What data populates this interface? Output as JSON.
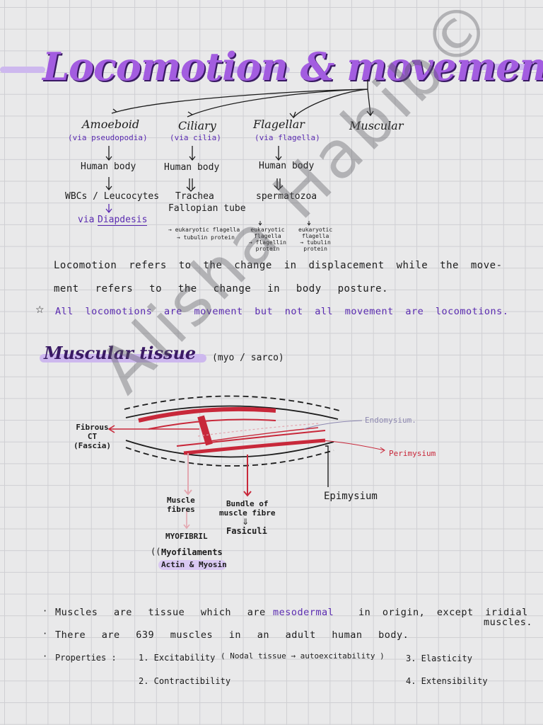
{
  "title": "Locomotion & movement",
  "types": [
    {
      "name": "Amoeboid",
      "via": "(via pseudopodia)",
      "place": "Human body",
      "example": "WBCs / Leucocytes",
      "extra": "via",
      "extra2": "Diapdesis"
    },
    {
      "name": "Ciliary",
      "via": "(via cilia)",
      "place": "Human body",
      "example": "Trachea",
      "example2": "Fallopian tube",
      "note1": "→ eukaryotic flagella",
      "note2": "→ tubulin protein"
    },
    {
      "name": "Flagellar",
      "via": "(via flagella)",
      "place": "Human body",
      "example": "spermatozoa",
      "col1": [
        "eukaryotic",
        "flagella",
        "→ flagellin",
        "protein"
      ],
      "col2": [
        "eukaryotic",
        "flagella",
        "→ tubulin",
        "protein"
      ]
    },
    {
      "name": "Muscular"
    }
  ],
  "definition_line1": "Locomotion refers to the change in displacement while the move-",
  "definition_line2": "ment refers to the change in body posture.",
  "star_note": "All locomotions are movement but not all movement are locomotions.",
  "star_symbol": "☆",
  "muscular_heading": "Muscular tissue",
  "muscular_sub": "(myo / sarco)",
  "diagram": {
    "fibrous": [
      "Fibrous",
      "CT",
      "(Fascia)"
    ],
    "endomysium": "Endomysium.",
    "perimysium": "Perimysium",
    "epimysium": "Epimysium",
    "muscle_fibres": [
      "Muscle",
      "fibres"
    ],
    "bundle": [
      "Bundle of",
      "muscle fibre"
    ],
    "double_arrow": "⇓",
    "fasiculi": "Fasiculi",
    "myofibril": "MYOFIBRIL",
    "myofilaments_mark": "((",
    "myofilaments": "Myofilaments",
    "actin_myosin": "Actin & Myosin"
  },
  "facts": {
    "line1_a": "Muscles are tissue which are",
    "line1_b": "mesodermal",
    "line1_c": "in origin, except iridial",
    "line1_d": "muscles.",
    "line2": "There are 639 muscles in an adult human body.",
    "properties_label": "Properties :",
    "p1": "1. Excitability",
    "p1_note": "( Nodal tissue → autoexcitability )",
    "p2": "2. Contractibility",
    "p3": "3. Elasticity",
    "p4": "4. Extensibility"
  },
  "watermark": "Alisha Habib©",
  "colors": {
    "title": "#a35de0",
    "accent": "#5a2bb0",
    "red": "#c8283a",
    "band": "#cdb8ee"
  }
}
